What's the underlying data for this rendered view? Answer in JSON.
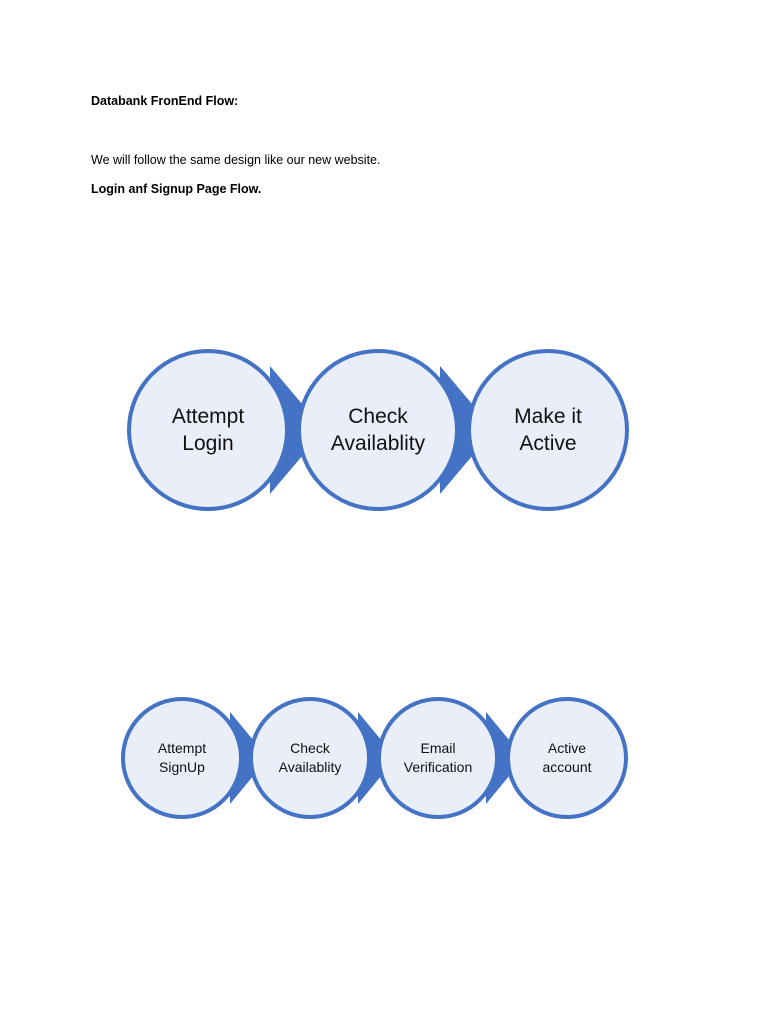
{
  "document": {
    "title": "Databank FronEnd Flow:",
    "intro": "We will follow the same design like our new website.",
    "subtitle": "Login anf Signup Page Flow."
  },
  "colors": {
    "circle_fill": "#e9eef8",
    "circle_stroke": "#4472c4",
    "arrow_fill": "#4472c4"
  },
  "login_flow": {
    "steps": [
      {
        "label": "Attempt\nLogin"
      },
      {
        "label": "Check\nAvailablity"
      },
      {
        "label": "Make it\nActive"
      }
    ]
  },
  "signup_flow": {
    "steps": [
      {
        "label": "Attempt\nSignUp"
      },
      {
        "label": "Check\nAvailablity"
      },
      {
        "label": "Email\nVerification"
      },
      {
        "label": "Active\naccount"
      }
    ]
  }
}
